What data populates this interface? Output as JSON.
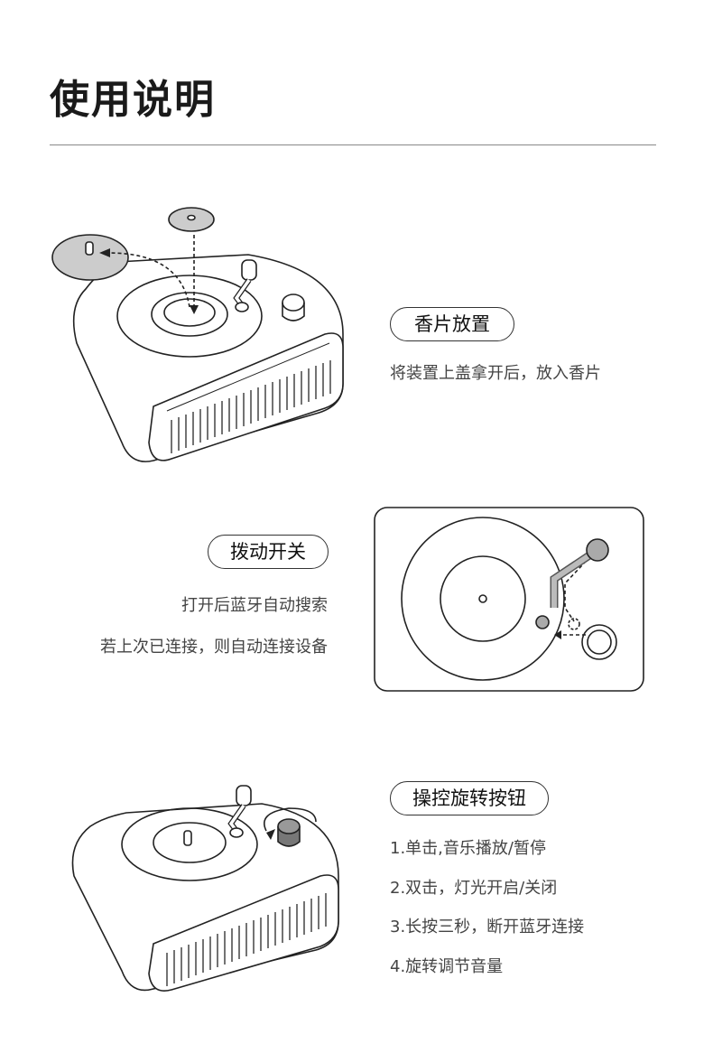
{
  "title": "使用说明",
  "sections": [
    {
      "heading": "香片放置",
      "lines": [
        "将装置上盖拿开后，放入香片"
      ]
    },
    {
      "heading": "拨动开关",
      "lines": [
        "打开后蓝牙自动搜索",
        "若上次已连接，则自动连接设备"
      ]
    },
    {
      "heading": "操控旋转按钮",
      "lines": [
        "1.单击,音乐播放/暂停",
        "2.双击，灯光开启/关闭",
        "3.长按三秒，断开蓝牙连接",
        "4.旋转调节音量"
      ]
    }
  ]
}
